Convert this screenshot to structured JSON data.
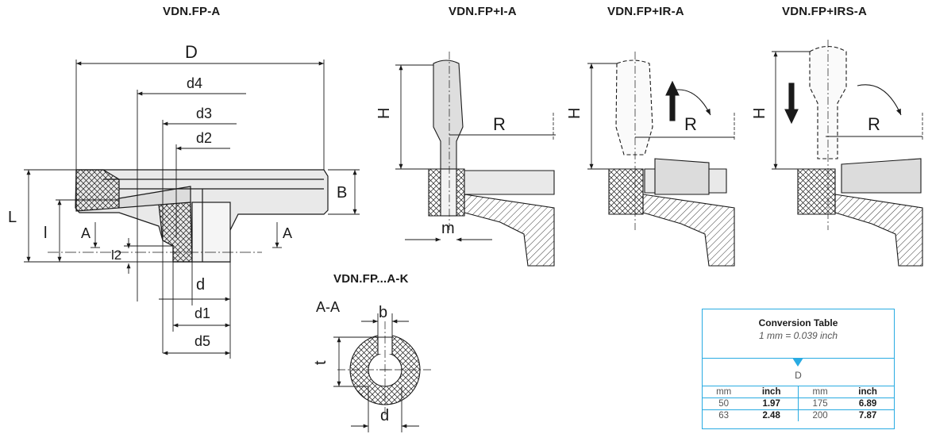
{
  "titles": {
    "fp_a": "VDN.FP-A",
    "fp_i_a": "VDN.FP+I-A",
    "fp_ir_a": "VDN.FP+IR-A",
    "fp_irs_a": "VDN.FP+IRS-A",
    "fp_a_k": "VDN.FP...A-K"
  },
  "dims": {
    "D": "D",
    "d4": "d4",
    "d3": "d3",
    "d2": "d2",
    "d": "d",
    "d1": "d1",
    "d5": "d5",
    "L": "L",
    "l": "l",
    "l2": "l2",
    "B": "B",
    "A": "A",
    "H": "H",
    "R": "R",
    "m": "m",
    "AA": "A-A",
    "b": "b",
    "t": "t"
  },
  "conversion": {
    "title": "Conversion Table",
    "subtitle": "1 mm = 0.039 inch",
    "column_symbol": "D",
    "headers": [
      "mm",
      "inch",
      "mm",
      "inch"
    ],
    "rows": [
      [
        "50",
        "1.97",
        "175",
        "6.89"
      ],
      [
        "63",
        "2.48",
        "200",
        "7.87"
      ]
    ]
  },
  "colors": {
    "accent": "#29abe2",
    "line": "#1a1a1a"
  }
}
